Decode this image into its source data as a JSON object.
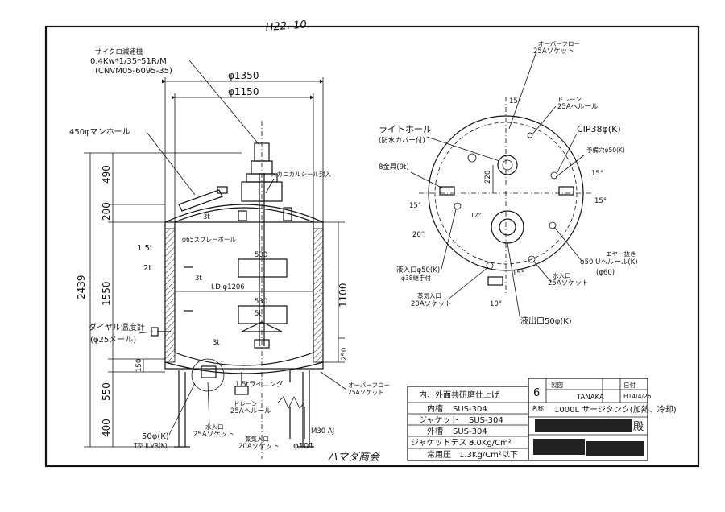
{
  "handwritten_date": "H22. 10.",
  "handwritten_note": "ハマダ商会",
  "reducer": {
    "title": "サイクロ減速機",
    "spec": "0.4Kw*1/35*51R/M",
    "model": "(CNVM05-6095-35)"
  },
  "dims": {
    "d1350": "φ1350",
    "d1150": "φ1150",
    "d1206": "I.D φ1206",
    "h2439": "2439",
    "h490": "490",
    "h200": "200",
    "h1550": "1550",
    "h150": "150",
    "h550": "550",
    "h400": "400",
    "h1100": "1100",
    "h250": "250",
    "s15": "1.5t",
    "s2": "2t",
    "s3": "3t",
    "s3b": "3t",
    "s3c": "3t",
    "s5": "5t",
    "p530a": "530",
    "p530b": "530",
    "p10": "φ101"
  },
  "labels": {
    "manhole": "450φマンホール",
    "mech_seal": "メカニカルシール封入",
    "spray_ball": "φ65スプレーボール",
    "dial_gauge": "ダイヤル温度計",
    "dial_gauge_size": "(φ25メール)",
    "lining": "1.5tライニング",
    "overflow_bottom": "オーバーフロー",
    "overflow_bottom_size": "25Aソケット",
    "drain": "ドレーン",
    "drain_size": "25Aヘルール",
    "steam_in": "蒸気入口",
    "steam_in_size": "20Aソケット",
    "water_in": "水入口",
    "water_in_size": "25Aソケット",
    "outlet": "50φ(K)",
    "outlet_valve": "T型 Ⅱ.VR(K)",
    "anchor": "M30 AJ"
  },
  "plan": {
    "light_hole": "ライトホール",
    "light_hole_sub": "(防水カバー付)",
    "overflow": "オーバーフロー",
    "overflow_size": "25Aソケット",
    "drain": "ドレーン",
    "drain_size": "25Aヘルール",
    "cip": "CIP38φ(K)",
    "spare": "予備穴φ50(K)",
    "lug": "8金具(9t)",
    "liquid_in": "液入口φ50(K)",
    "liquid_in_sub": "φ38継手付",
    "air_vent": "エヤー抜き",
    "air_vent_size": "φ50 Uヘルール(K)",
    "air_vent_sub": "(φ60)",
    "water_in": "水入口",
    "water_in_size": "25Aソケット",
    "steam_in": "蒸気入口",
    "steam_in_size": "20Aソケット",
    "liquid_out": "液出口50φ(K)",
    "ang15a": "15°",
    "ang15b": "15°",
    "ang15c": "15°",
    "ang15d": "15°",
    "ang15e": "15°",
    "ang20": "20°",
    "ang10": "10°",
    "d220": "220",
    "d12": "12°"
  },
  "spec_table": {
    "heading": "内、外面共研磨仕上げ",
    "rows": [
      {
        "k": "内槽",
        "v": "SUS-304"
      },
      {
        "k": "ジャケット",
        "v": "SUS-304"
      },
      {
        "k": "外槽",
        "v": "SUS-304"
      },
      {
        "k": "ジャケットテスト",
        "v": "3.0Kg/Cm²"
      },
      {
        "k": "常用圧",
        "v": "1.3Kg/Cm²以下"
      }
    ]
  },
  "title_block": {
    "sheet_no": "6",
    "designer_label": "製図",
    "designer": "TANAKA",
    "date_label": "日付",
    "date": "H14/4/26",
    "name_label": "名称",
    "drawing_name": "1000L サージタンク(加熱、冷却)",
    "customer_suffix": "殿"
  }
}
